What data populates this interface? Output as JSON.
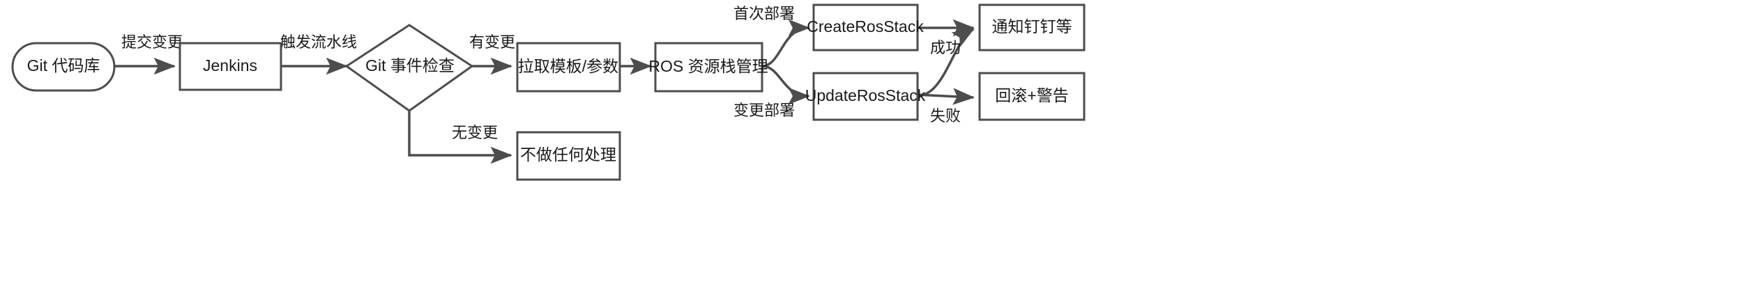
{
  "diagram": {
    "title": "Git to ROS CI/CD pipeline flowchart",
    "background_color": "#ffffff",
    "stroke_color": "#4d4d4d",
    "text_color": "#1a1a1a",
    "nodes": [
      {
        "id": "git_repo",
        "label": "Git 代码库",
        "shape": "rounded-terminator"
      },
      {
        "id": "jenkins",
        "label": "Jenkins",
        "shape": "rect"
      },
      {
        "id": "git_check",
        "label": "Git 事件检查",
        "shape": "diamond"
      },
      {
        "id": "pull_template",
        "label": "拉取模板/参数",
        "shape": "rect"
      },
      {
        "id": "no_action",
        "label": "不做任何处理",
        "shape": "rect"
      },
      {
        "id": "ros_stack",
        "label": "ROS 资源栈管理",
        "shape": "rect"
      },
      {
        "id": "create_stack",
        "label": "CreateRosStack",
        "shape": "rect"
      },
      {
        "id": "update_stack",
        "label": "UpdateRosStack",
        "shape": "rect"
      },
      {
        "id": "notify",
        "label": "通知钉钉等",
        "shape": "rect"
      },
      {
        "id": "rollback",
        "label": "回滚+警告",
        "shape": "rect"
      }
    ],
    "edges": [
      {
        "id": "e1",
        "from": "git_repo",
        "to": "jenkins",
        "label": "提交变更"
      },
      {
        "id": "e2",
        "from": "jenkins",
        "to": "git_check",
        "label": "触发流水线"
      },
      {
        "id": "e3",
        "from": "git_check",
        "to": "pull_template",
        "label": "有变更"
      },
      {
        "id": "e4",
        "from": "git_check",
        "to": "no_action",
        "label": "无变更"
      },
      {
        "id": "e5",
        "from": "pull_template",
        "to": "ros_stack",
        "label": ""
      },
      {
        "id": "e6",
        "from": "ros_stack",
        "to": "create_stack",
        "label": "首次部署"
      },
      {
        "id": "e7",
        "from": "ros_stack",
        "to": "update_stack",
        "label": "变更部署"
      },
      {
        "id": "e8",
        "from": "create_stack",
        "to": "notify",
        "label": ""
      },
      {
        "id": "e9",
        "from": "update_stack",
        "to": "notify",
        "label": "成功"
      },
      {
        "id": "e10",
        "from": "update_stack",
        "to": "rollback",
        "label": "失败"
      }
    ]
  }
}
